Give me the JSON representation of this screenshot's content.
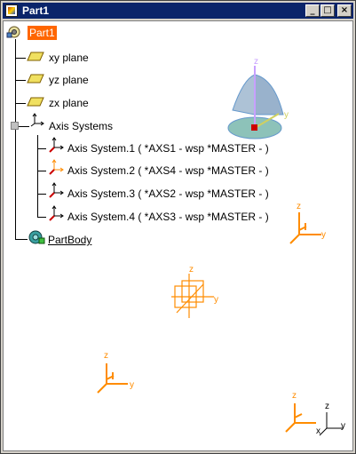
{
  "window": {
    "title": "Part1",
    "minimize_glyph": "_",
    "maximize_glyph": "□",
    "close_glyph": "×"
  },
  "tree": {
    "root": {
      "label": "Part1",
      "icon": "part-icon"
    },
    "planes": [
      {
        "label": "xy plane",
        "icon": "plane-icon"
      },
      {
        "label": "yz plane",
        "icon": "plane-icon"
      },
      {
        "label": "zx plane",
        "icon": "plane-icon"
      }
    ],
    "axis_systems": {
      "label": "Axis Systems",
      "icon": "axis-system-icon",
      "items": [
        {
          "label": "Axis System.1 ( *AXS1 - wsp *MASTER - )"
        },
        {
          "label": "Axis System.2 ( *AXS4 - wsp *MASTER - )"
        },
        {
          "label": "Axis System.3 ( *AXS2 - wsp *MASTER - )"
        },
        {
          "label": "Axis System.4 ( *AXS3 - wsp *MASTER - )"
        }
      ]
    },
    "part_body": {
      "label": "PartBody",
      "icon": "part-body-icon"
    }
  },
  "viewport": {
    "axis_letters": {
      "x": "x",
      "y": "y",
      "z": "z"
    },
    "colors": {
      "axis_orange": "#ff8c00",
      "compass_blue": "#336699",
      "compass_red": "#cc0000",
      "selection": "#ff6600"
    }
  }
}
